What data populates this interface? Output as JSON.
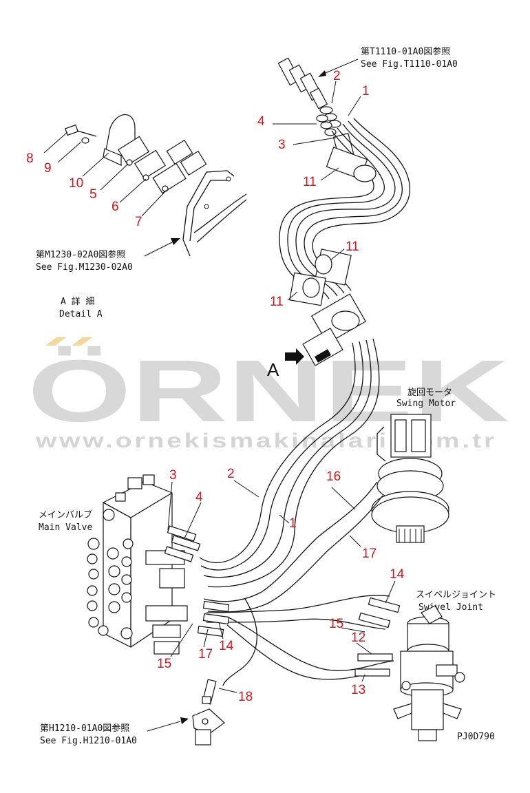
{
  "refs": {
    "t1110_jp": "第T1110-01A0図参照",
    "t1110_en": "See Fig.T1110-01A0",
    "m1230_jp": "第M1230-02A0図参照",
    "m1230_en": "See Fig.M1230-02A0",
    "h1210_jp": "第H1210-01A0図参照",
    "h1210_en": "See Fig.H1210-01A0"
  },
  "detail": {
    "jp": "A 詳 細",
    "en": "Detail A"
  },
  "view_marker": "A",
  "components": {
    "swing_motor_jp": "旋回モータ",
    "swing_motor_en": "Swing Motor",
    "main_valve_jp": "メインバルブ",
    "main_valve_en": "Main Valve",
    "swivel_joint_jp": "スイベルジョイント",
    "swivel_joint_en": "Swivel Joint"
  },
  "drawing_code": "PJ0D790",
  "watermark": {
    "brand": "ÖRNEK",
    "url": "www.ornekismakinalari.com.tr"
  },
  "callouts": {
    "n1a": "1",
    "n2a": "2",
    "n3a": "3",
    "n4a": "4",
    "n11a": "11",
    "n11b": "11",
    "n11c": "11",
    "n5": "5",
    "n6": "6",
    "n7": "7",
    "n8": "8",
    "n9": "9",
    "n10": "10",
    "n2b": "2",
    "n1b": "1",
    "n3b": "3",
    "n4b": "4",
    "n16": "16",
    "n17a": "17",
    "n14a": "14",
    "n15a": "15",
    "n12": "12",
    "n13": "13",
    "n15b": "15",
    "n17b": "17",
    "n14b": "14",
    "n18": "18"
  },
  "colors": {
    "callout": "#d2161b",
    "watermark": "#d8d8d8",
    "watermark_accent": "#f3d89a"
  }
}
